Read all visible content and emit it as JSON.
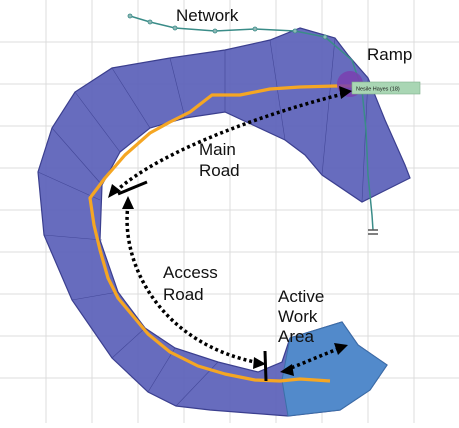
{
  "labels": {
    "network": "Network",
    "ramp": "Ramp",
    "main_road_line1": "Main",
    "main_road_line2": "Road",
    "access_road_line1": "Access",
    "access_road_line2": "Road",
    "active_work_line1": "Active",
    "active_work_line2": "Work",
    "active_work_line3": "Area"
  },
  "ramp_tag": "Nesile Hayes (18)",
  "colors": {
    "pit_fill": "#5a5fb8",
    "pit_stroke": "#3b3f8f",
    "active_area_fill": "#4f8fce",
    "road": "#f5a623",
    "network": "#3a8c88",
    "ramp_marker": "#7a3fb0",
    "tag_bg": "#a9d6b4",
    "grid": "#dcdcdc",
    "arrows": "#000000"
  }
}
